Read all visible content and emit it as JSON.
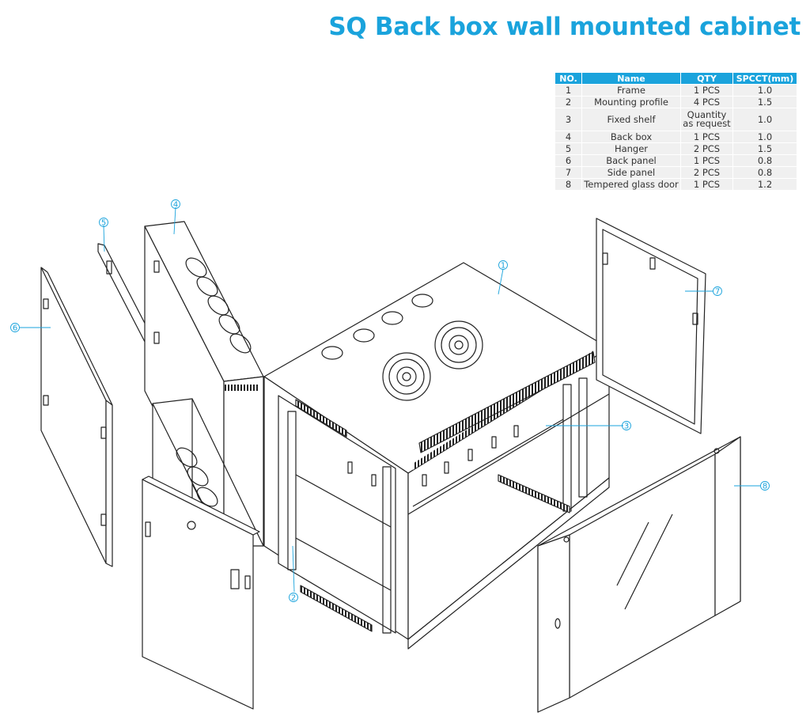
{
  "title": "SQ Back box wall mounted cabinet",
  "table": {
    "headers": [
      "NO.",
      "Name",
      "QTY",
      "SPCCT(mm)"
    ],
    "rows": [
      {
        "no": "1",
        "name": "Frame",
        "qty": "1 PCS",
        "spcct": "1.0"
      },
      {
        "no": "2",
        "name": "Mounting profile",
        "qty": "4 PCS",
        "spcct": "1.5"
      },
      {
        "no": "3",
        "name": "Fixed shelf",
        "qty": "Quantity as request",
        "spcct": "1.0"
      },
      {
        "no": "4",
        "name": "Back box",
        "qty": "1 PCS",
        "spcct": "1.0"
      },
      {
        "no": "5",
        "name": "Hanger",
        "qty": "2 PCS",
        "spcct": "1.5"
      },
      {
        "no": "6",
        "name": "Back panel",
        "qty": "1 PCS",
        "spcct": "0.8"
      },
      {
        "no": "7",
        "name": "Side panel",
        "qty": "2 PCS",
        "spcct": "0.8"
      },
      {
        "no": "8",
        "name": "Tempered glass door",
        "qty": "1 PCS",
        "spcct": "1.2"
      }
    ]
  },
  "callouts": [
    "1",
    "2",
    "3",
    "4",
    "5",
    "6",
    "7",
    "8"
  ],
  "colors": {
    "accent": "#1aa3dc",
    "line": "#222222",
    "cell": "#f0f0f0"
  }
}
